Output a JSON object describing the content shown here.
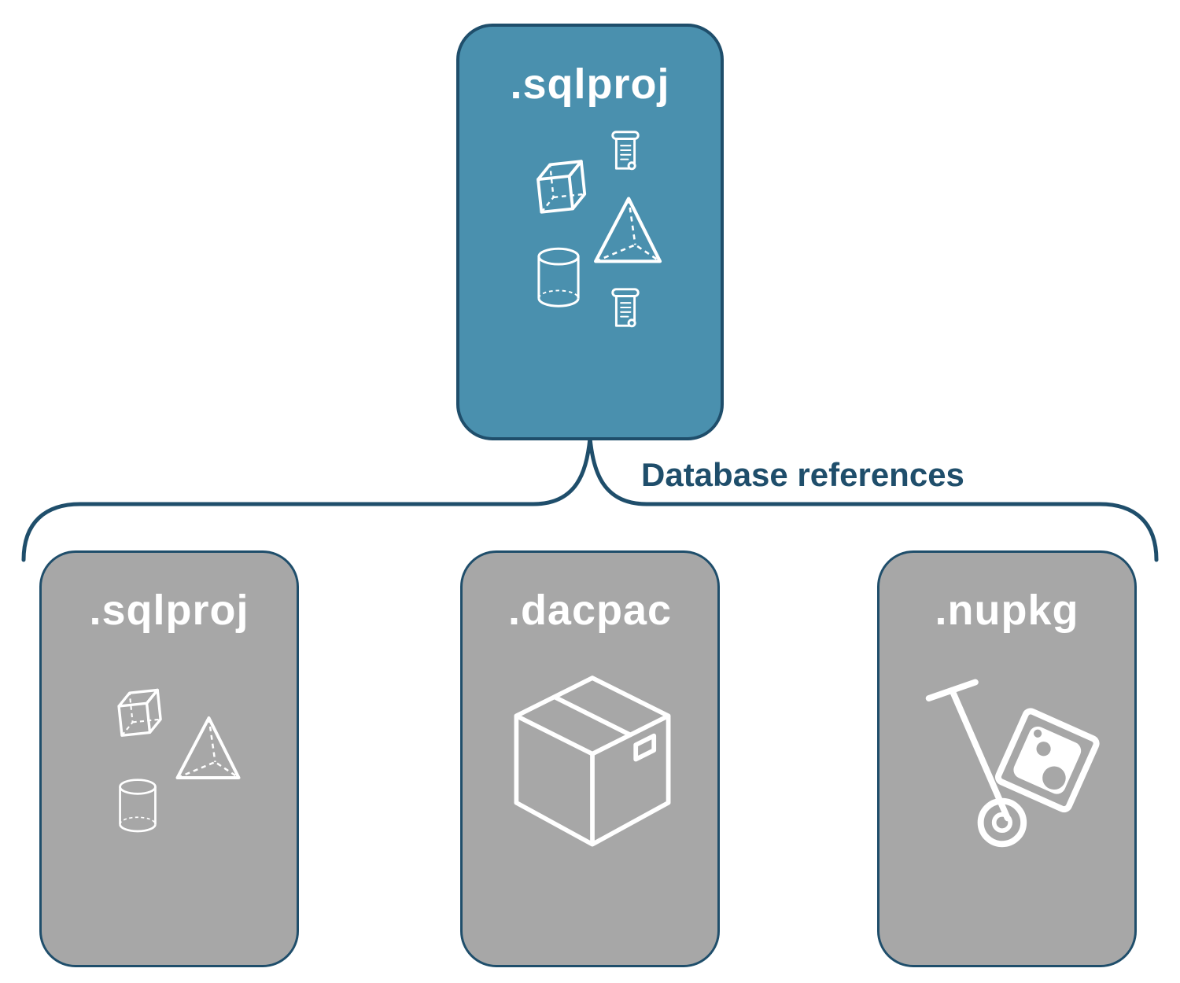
{
  "connector": {
    "label": "Database references"
  },
  "top_node": {
    "label": ".sqlproj"
  },
  "bottom_nodes": [
    {
      "label": ".sqlproj"
    },
    {
      "label": ".dacpac"
    },
    {
      "label": ".nupkg"
    }
  ],
  "icons": {
    "top_node": [
      "cube-icon",
      "scroll-icon",
      "pyramid-icon",
      "cylinder-icon",
      "scroll-icon"
    ],
    "sqlproj_node": [
      "cube-icon",
      "pyramid-icon",
      "cylinder-icon"
    ],
    "dacpac_node": [
      "package-box-icon"
    ],
    "nupkg_node": [
      "hand-truck-package-icon"
    ]
  },
  "colors": {
    "accent-fill": "#4a90ae",
    "node-fill": "#a7a7a7",
    "outline": "#1f4e6b",
    "label-text": "#ffffff",
    "icon-stroke": "#ffffff",
    "background": "#ffffff"
  }
}
